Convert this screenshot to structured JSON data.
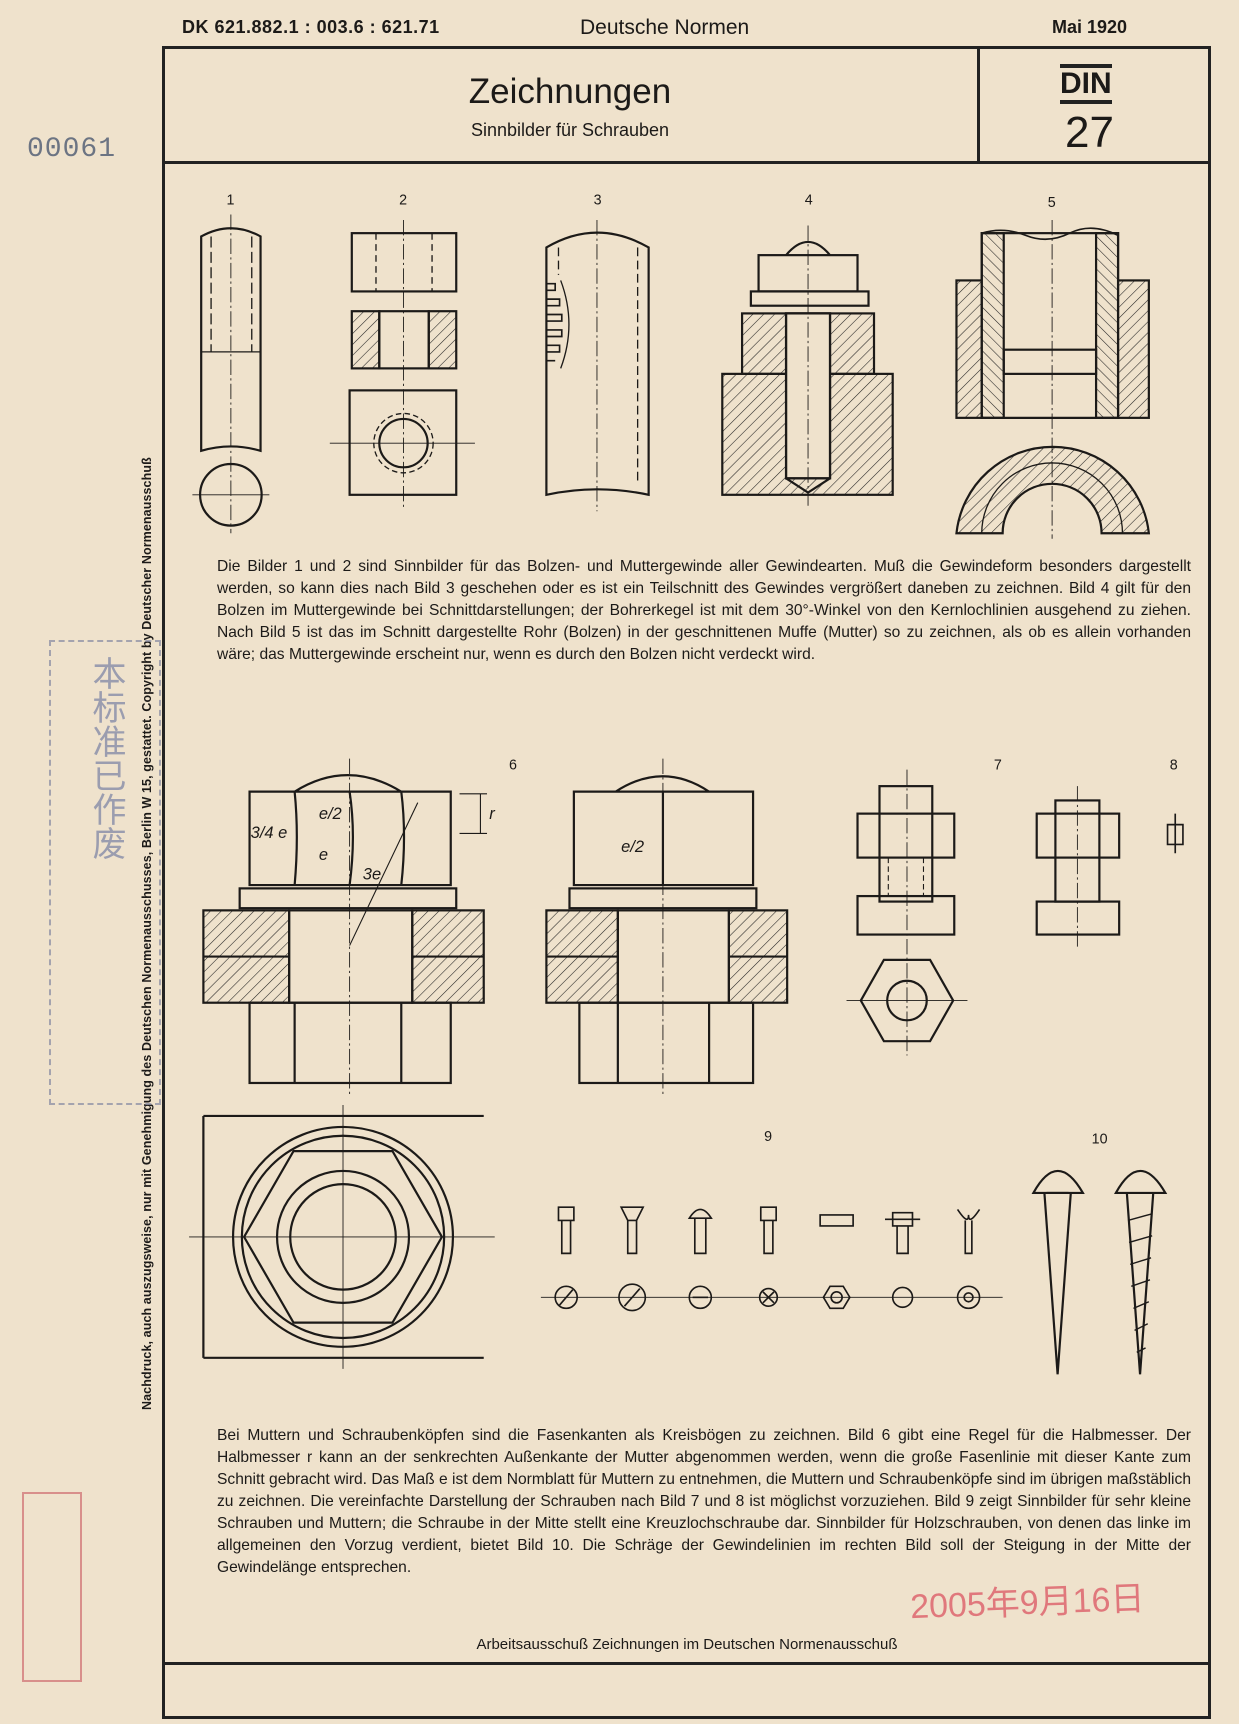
{
  "header": {
    "classification": "DK 621.882.1 : 003.6 : 621.71",
    "series": "Deutsche Normen",
    "date": "Mai 1920",
    "title": "Zeichnungen",
    "subtitle": "Sinnbilder für Schrauben",
    "din_label": "DIN",
    "din_number": "27"
  },
  "figures": [
    "1",
    "2",
    "3",
    "4",
    "5",
    "6",
    "7",
    "8",
    "9",
    "10"
  ],
  "dimension_labels": {
    "three_quarter_e": "3/4 e",
    "half_e": "e/2",
    "e": "e",
    "r": "r",
    "three_e": "3e"
  },
  "paragraph_1": "Die Bilder 1 und 2 sind Sinnbilder für das Bolzen- und Muttergewinde aller Gewindearten. Muß die Gewindeform besonders dargestellt werden, so kann dies nach Bild 3 geschehen oder es ist ein Teilschnitt des Gewindes vergrößert daneben zu zeichnen. Bild 4 gilt für den Bolzen im Muttergewinde bei Schnittdarstellungen; der Bohrerkegel ist mit dem 30°-Winkel von den Kernlochlinien ausgehend zu ziehen. Nach Bild 5 ist das im Schnitt dargestellte Rohr (Bolzen) in der geschnittenen Muffe (Mutter) so zu zeichnen, als ob es allein vorhanden wäre; das Muttergewinde erscheint nur, wenn es durch den Bolzen nicht verdeckt wird.",
  "paragraph_2": "Bei Muttern und Schraubenköpfen sind die Fasenkanten als Kreisbögen zu zeichnen. Bild 6 gibt eine Regel für die Halbmesser. Der Halbmesser r kann an der senkrechten Außenkante der Mutter abgenommen werden, wenn die große Fasenlinie mit dieser Kante zum Schnitt gebracht wird. Das Maß e ist dem Normblatt für Muttern zu entnehmen, die Muttern und Schraubenköpfe sind im übrigen maßstäblich zu zeichnen. Die vereinfachte Darstellung der Schrauben nach Bild 7 und 8 ist möglichst vorzuziehen. Bild 9 zeigt Sinnbilder für sehr kleine Schrauben und Muttern; die Schraube in der Mitte stellt eine Kreuzlochschraube dar. Sinnbilder für Holzschrauben, von denen das linke im allgemeinen den Vorzug verdient, bietet Bild 10. Die Schräge der Gewindelinien im rechten Bild soll der Steigung in der Mitte der Gewindelänge entsprechen.",
  "footer": "Arbeitsausschuß Zeichnungen im Deutschen Normenausschuß",
  "side_note": "Nachdruck, auch auszugsweise, nur mit Genehmigung des Deutschen Normenausschusses, Berlin W 15, gestattet. Copyright by Deutscher Normenausschuß",
  "stamps": {
    "number": "00061",
    "withdrawn": "本标准已作废",
    "date": "2005年9月16日"
  },
  "colors": {
    "paper": "#efe2cc",
    "ink": "#1c1a18",
    "red_stamp": "#e0787c",
    "blue_stamp": "#7f87a6"
  }
}
